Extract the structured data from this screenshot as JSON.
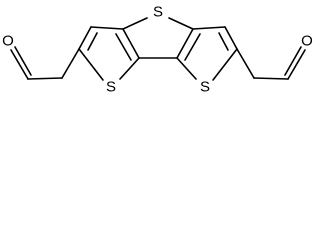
{
  "molecule": {
    "atoms": {
      "s_top": "S",
      "s_left_ring": "S",
      "s_right_ring": "S",
      "o_left": "O",
      "o_right": "O"
    }
  }
}
